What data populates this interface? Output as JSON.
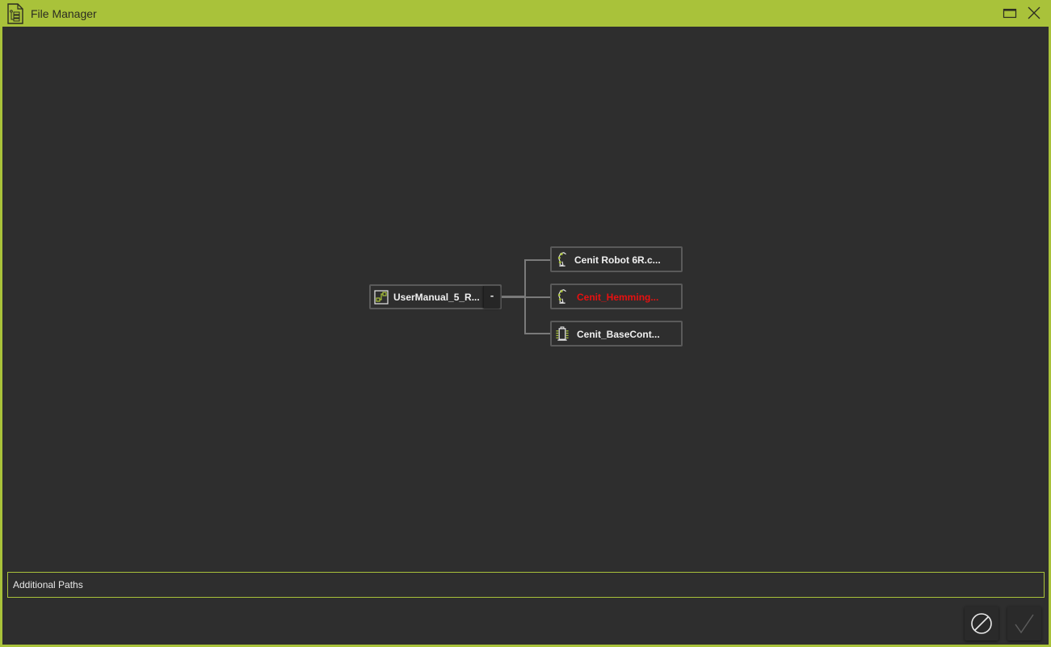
{
  "window": {
    "title": "File Manager",
    "icon": "document-list-icon",
    "controls": {
      "maximize": "maximize-icon",
      "close": "close-icon"
    },
    "accent_color": "#a9c23a",
    "background_color": "#2e2e2e"
  },
  "graph": {
    "root": {
      "label": "UserManual_5_R...",
      "icon": "program-flow-icon",
      "collapse_label": "-"
    },
    "children": [
      {
        "label": "Cenit Robot 6R.c...",
        "icon": "robot-arm-icon",
        "status": "normal"
      },
      {
        "label": "Cenit_Hemming...",
        "icon": "robot-arm-icon",
        "status": "error",
        "color": "#e81010"
      },
      {
        "label": "Cenit_BaseCont...",
        "icon": "controller-chip-icon",
        "status": "normal"
      }
    ]
  },
  "additional_paths": {
    "label": "Additional Paths"
  },
  "actions": {
    "cancel": "cancel-icon",
    "confirm": "checkmark-icon"
  }
}
